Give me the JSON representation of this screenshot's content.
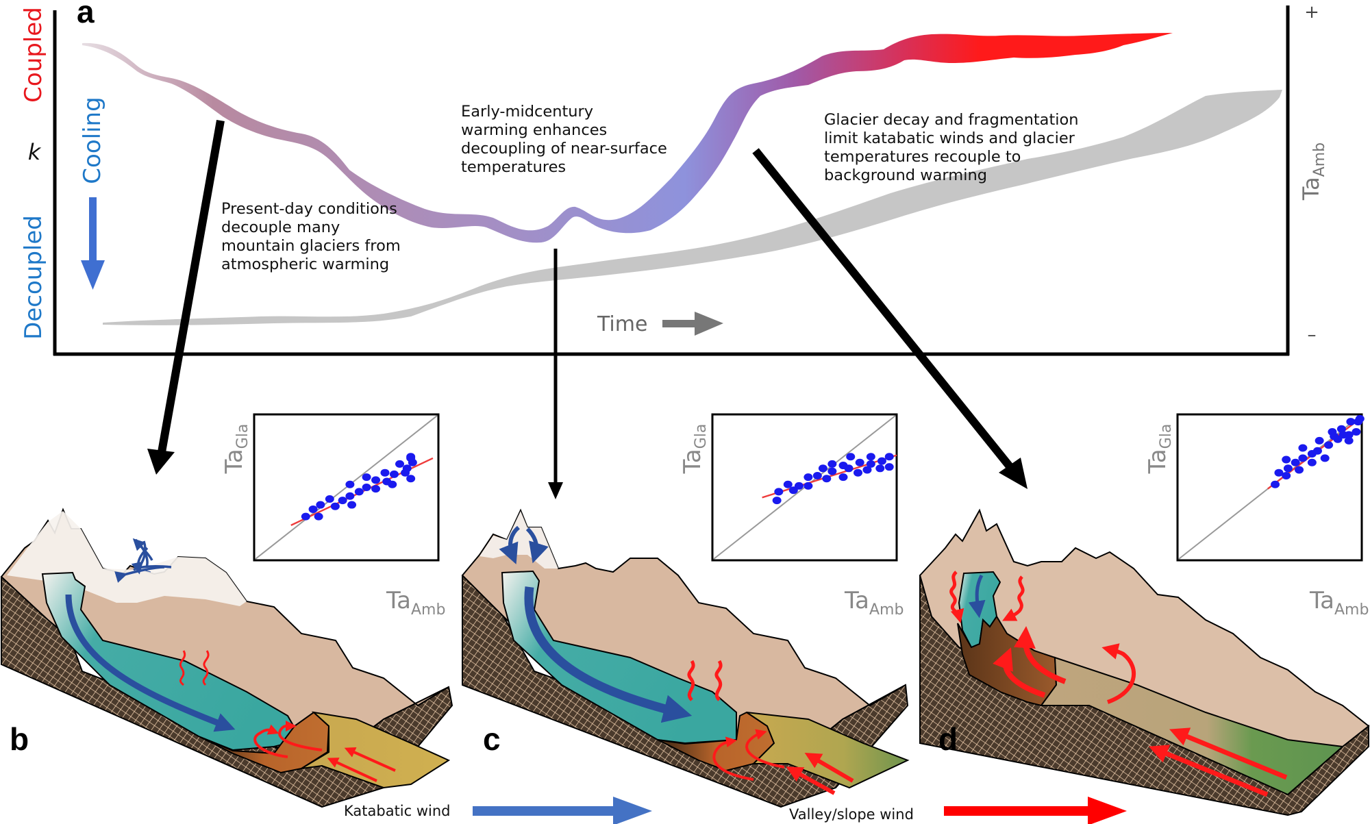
{
  "panel_a": {
    "label": "a",
    "left_axis": {
      "top_label": "Coupled",
      "middle_label": "k",
      "bottom_label": "Decoupled",
      "top_color": "#e8171d",
      "bottom_color": "#1e78c8"
    },
    "cooling": {
      "label": "Cooling",
      "color": "#1e78c8",
      "arrow_color": "#3f6fd1"
    },
    "right_axis": {
      "label_main": "Ta",
      "label_sub": "Amb",
      "plus": "+",
      "minus": "–"
    },
    "time_label": "Time",
    "annotations": [
      {
        "id": "present",
        "lines": [
          "Present-day conditions",
          "decouple many",
          "mountain glaciers from",
          "atmospheric warming"
        ]
      },
      {
        "id": "early",
        "lines": [
          "Early-midcentury",
          "warming enhances",
          "decoupling of near-surface",
          "temperatures"
        ]
      },
      {
        "id": "decay",
        "lines": [
          "Glacier decay and fragmentation",
          "limit katabatic winds and glacier",
          "temperatures recouple to",
          "background warming"
        ]
      }
    ],
    "series": [
      {
        "name": "k (coupling)",
        "description": "declines from coupled to decoupled, minimum at early-midcentury, then rises to coupled",
        "color_start": "#d8c8d0",
        "color_mid": "#9090d8",
        "color_end": "#ff1a1a"
      },
      {
        "name": "Ta_Amb (ambient air temperature)",
        "description": "rises steadily over time",
        "color": "#c6c6c6"
      }
    ]
  },
  "insets": [
    {
      "panel": "b",
      "y_main": "Ta",
      "y_sub": "Gla",
      "x_main": "Ta",
      "x_sub": "Amb",
      "relation": "slope slightly below 1:1, points below 1:1 line"
    },
    {
      "panel": "c",
      "y_main": "Ta",
      "y_sub": "Gla",
      "x_main": "Ta",
      "x_sub": "Amb",
      "relation": "flattest slope, strongest decoupling"
    },
    {
      "panel": "d",
      "y_main": "Ta",
      "y_sub": "Gla",
      "x_main": "Ta",
      "x_sub": "Amb",
      "relation": "slope ≈ 1:1, recoupled"
    }
  ],
  "panels": [
    {
      "label": "b"
    },
    {
      "label": "c"
    },
    {
      "label": "d"
    }
  ],
  "legend": [
    {
      "label": "Katabatic wind",
      "color": "#4472c4"
    },
    {
      "label": "Valley/slope wind",
      "color": "#ff0000"
    }
  ]
}
